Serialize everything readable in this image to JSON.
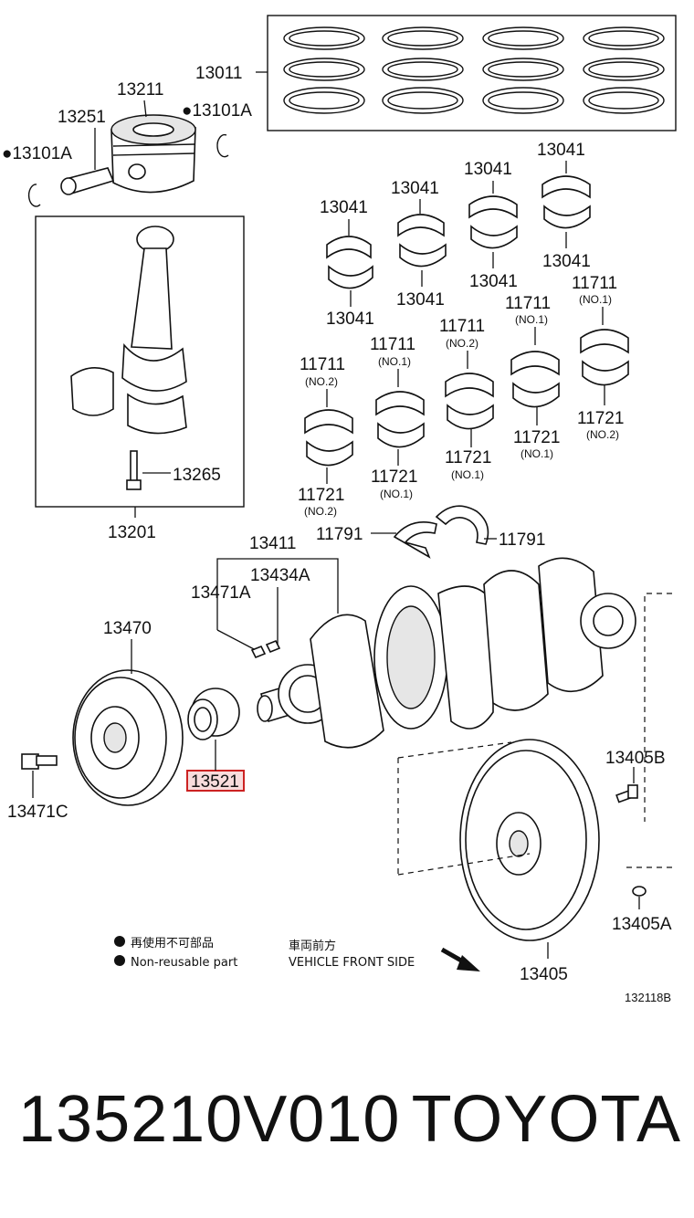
{
  "labels": {
    "l13011": "13011",
    "l13211": "13211",
    "l13251": "13251",
    "l13101a_right": "●13101A",
    "l13101a_left": "●13101A",
    "l13041_a": "13041",
    "l13041_b": "13041",
    "l13041_c": "13041",
    "l13041_d": "13041",
    "l13041_e": "13041",
    "l13041_f": "13041",
    "l13041_g": "13041",
    "l13041_h": "13041",
    "l11711_a": "11711",
    "l11711_a_sub": "(NO.1)",
    "l11711_b": "11711",
    "l11711_b_sub": "(NO.1)",
    "l11711_c": "11711",
    "l11711_c_sub": "(NO.2)",
    "l11711_d": "11711",
    "l11711_d_sub": "(NO.1)",
    "l11711_e": "11711",
    "l11711_e_sub": "(NO.2)",
    "l11721_a": "11721",
    "l11721_a_sub": "(NO.2)",
    "l11721_b": "11721",
    "l11721_b_sub": "(NO.1)",
    "l11721_c": "11721",
    "l11721_c_sub": "(NO.1)",
    "l11721_d": "11721",
    "l11721_d_sub": "(NO.1)",
    "l11721_e": "11721",
    "l11721_e_sub": "(NO.2)",
    "l13265": "13265",
    "l13201": "13201",
    "l11791_left": "11791",
    "l11791_right": "11791",
    "l13411": "13411",
    "l13434a": "13434A",
    "l13471a": "13471A",
    "l13470": "13470",
    "l13521": "13521",
    "l13471c": "13471C",
    "l13405b": "13405B",
    "l13405a": "13405A",
    "l13405": "13405"
  },
  "legend": {
    "jp_nonreusable": "再使用不可部品",
    "en_nonreusable": "Non-reusable part",
    "jp_front": "車両前方",
    "en_front": "VEHICLE FRONT SIDE"
  },
  "diagram_ref": "132118B",
  "highlight_color": "#cc2222",
  "footer": {
    "part_number": "135210V010",
    "brand": "TOYOTA"
  }
}
